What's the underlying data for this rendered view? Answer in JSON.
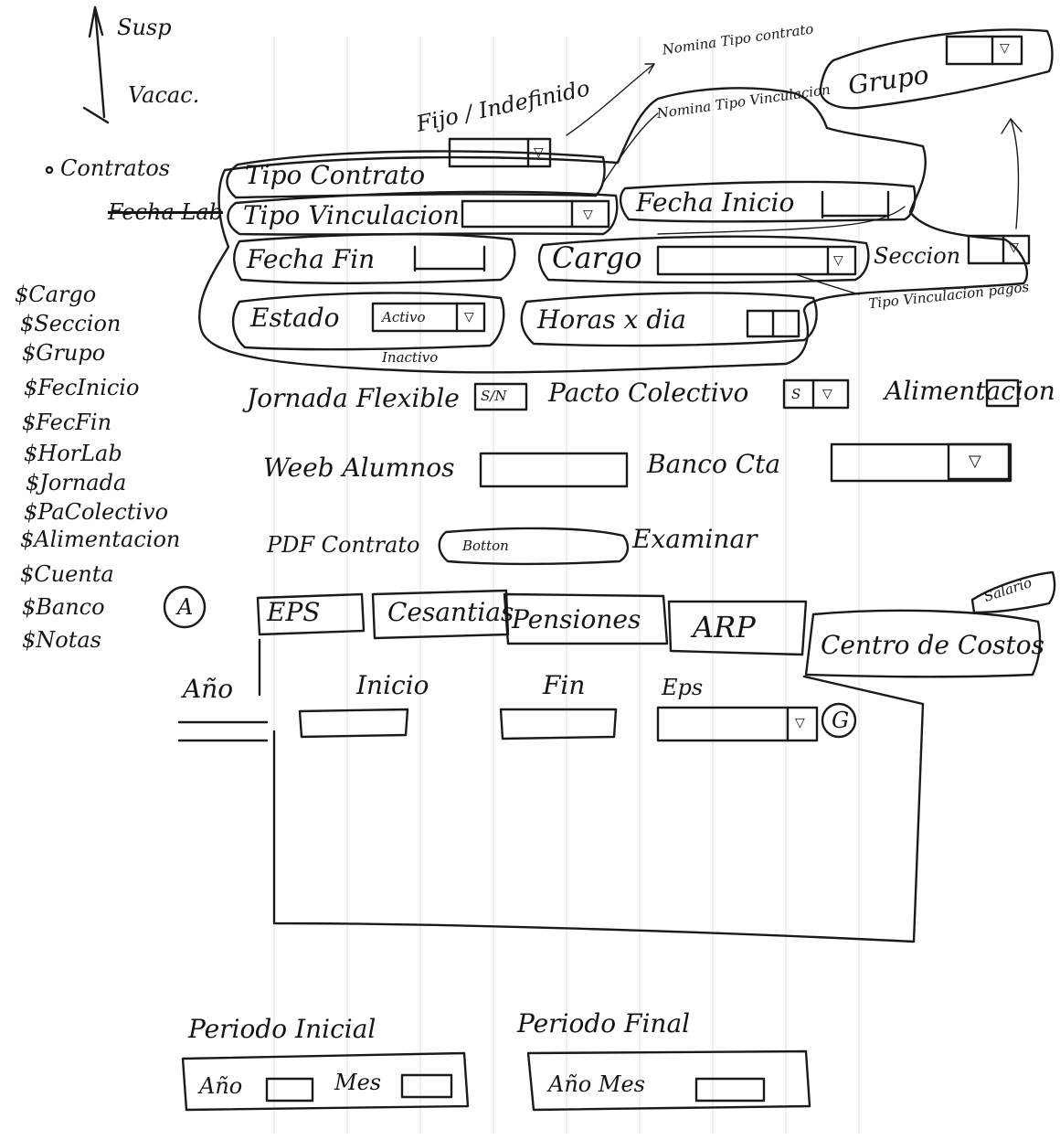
{
  "side_menu": {
    "suspension": "Susp",
    "vacations": "Vacac.",
    "contracts": "Contratos",
    "struck_item": "Fecha Lab"
  },
  "variables": [
    "$Cargo",
    "$Seccion",
    "$Grupo",
    "$FecInicio",
    "$FecFin",
    "$HorLab",
    "$Jornada",
    "$PaColectivo",
    "$Alimentacion",
    "$Cuenta",
    "$Banco",
    "$Notas"
  ],
  "annotations": {
    "tipo_contrato_options": "Fijo / Indefinido",
    "nomina_tipo_contrato": "Nomina Tipo contrato",
    "nomina_tipo_vinculacion": "Nomina Tipo Vinculacion",
    "tipo_vinculacion_pagos": "Tipo Vinculacion pagos",
    "estado_inactive_option": "Inactivo",
    "marker_a": "A",
    "marker_g": "G"
  },
  "form": {
    "tipo_contrato": "Tipo Contrato",
    "tipo_vinculacion": "Tipo Vinculacion",
    "fecha_inicio": "Fecha Inicio",
    "fecha_fin": "Fecha Fin",
    "cargo": "Cargo",
    "seccion": "Seccion",
    "grupo": "Grupo",
    "estado": "Estado",
    "estado_value": "Activo",
    "horas_dia": "Horas x dia",
    "jornada_flexible": "Jornada Flexible",
    "jornada_value": "S/N",
    "pacto_colectivo": "Pacto Colectivo",
    "pacto_value": "S",
    "alimentacion": "Alimentacion",
    "weeb_alumnos": "Weeb Alumnos",
    "banco_cta": "Banco Cta",
    "pdf_contrato": "PDF Contrato",
    "pdf_button": "Botton",
    "examinar": "Examinar"
  },
  "tabs": [
    "EPS",
    "Cesantias",
    "Pensiones",
    "ARP",
    "Centro de Costos",
    "Salario"
  ],
  "grid_header": {
    "ano": "Año",
    "inicio": "Inicio",
    "fin": "Fin",
    "eps": "Eps"
  },
  "periods": {
    "initial_title": "Periodo Inicial",
    "final_title": "Periodo Final",
    "ano": "Año",
    "mes": "Mes",
    "final_fields": "Año Mes"
  }
}
